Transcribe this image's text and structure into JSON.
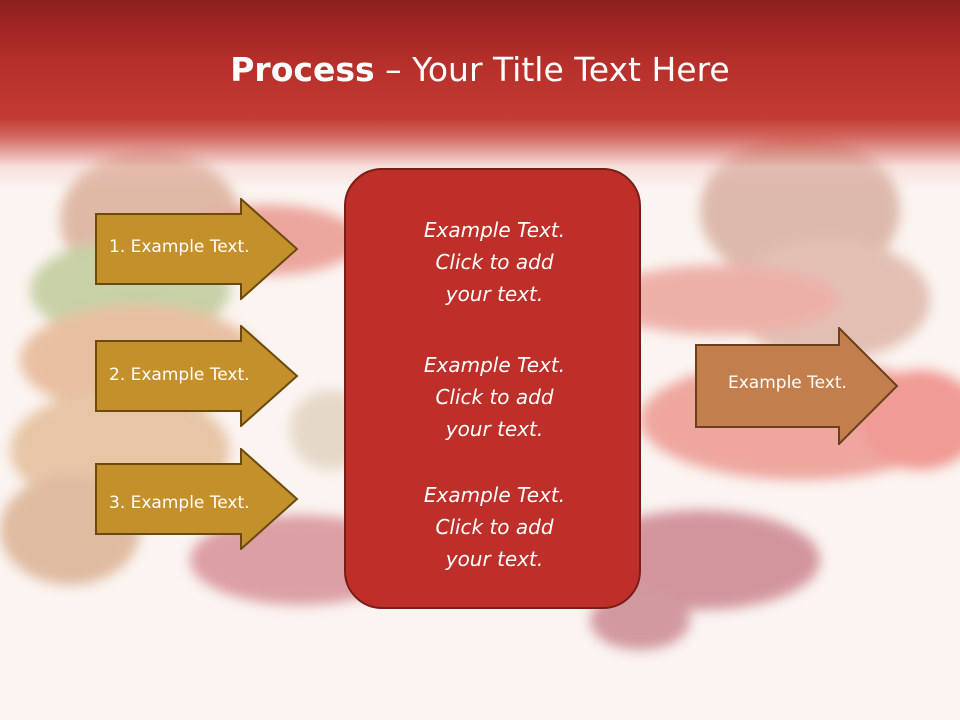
{
  "title": {
    "bold": "Process",
    "rest": " – Your Title Text Here"
  },
  "left_arrows": [
    {
      "label": "1. Example Text."
    },
    {
      "label": "2. Example Text."
    },
    {
      "label": "3. Example Text."
    }
  ],
  "center_blocks": [
    {
      "line1": "Example Text.",
      "line2": "Click  to add",
      "line3": "your text."
    },
    {
      "line1": "Example Text.",
      "line2": "Click  to add",
      "line3": "your text."
    },
    {
      "line1": "Example Text.",
      "line2": "Click  to add",
      "line3": "your text."
    }
  ],
  "right_arrow": {
    "label": "Example Text."
  },
  "colors": {
    "header_red": "#b8302b",
    "arrow_gold": "#c4902b",
    "arrow_tan": "#c27e4c",
    "box_red": "#bd2f28"
  }
}
